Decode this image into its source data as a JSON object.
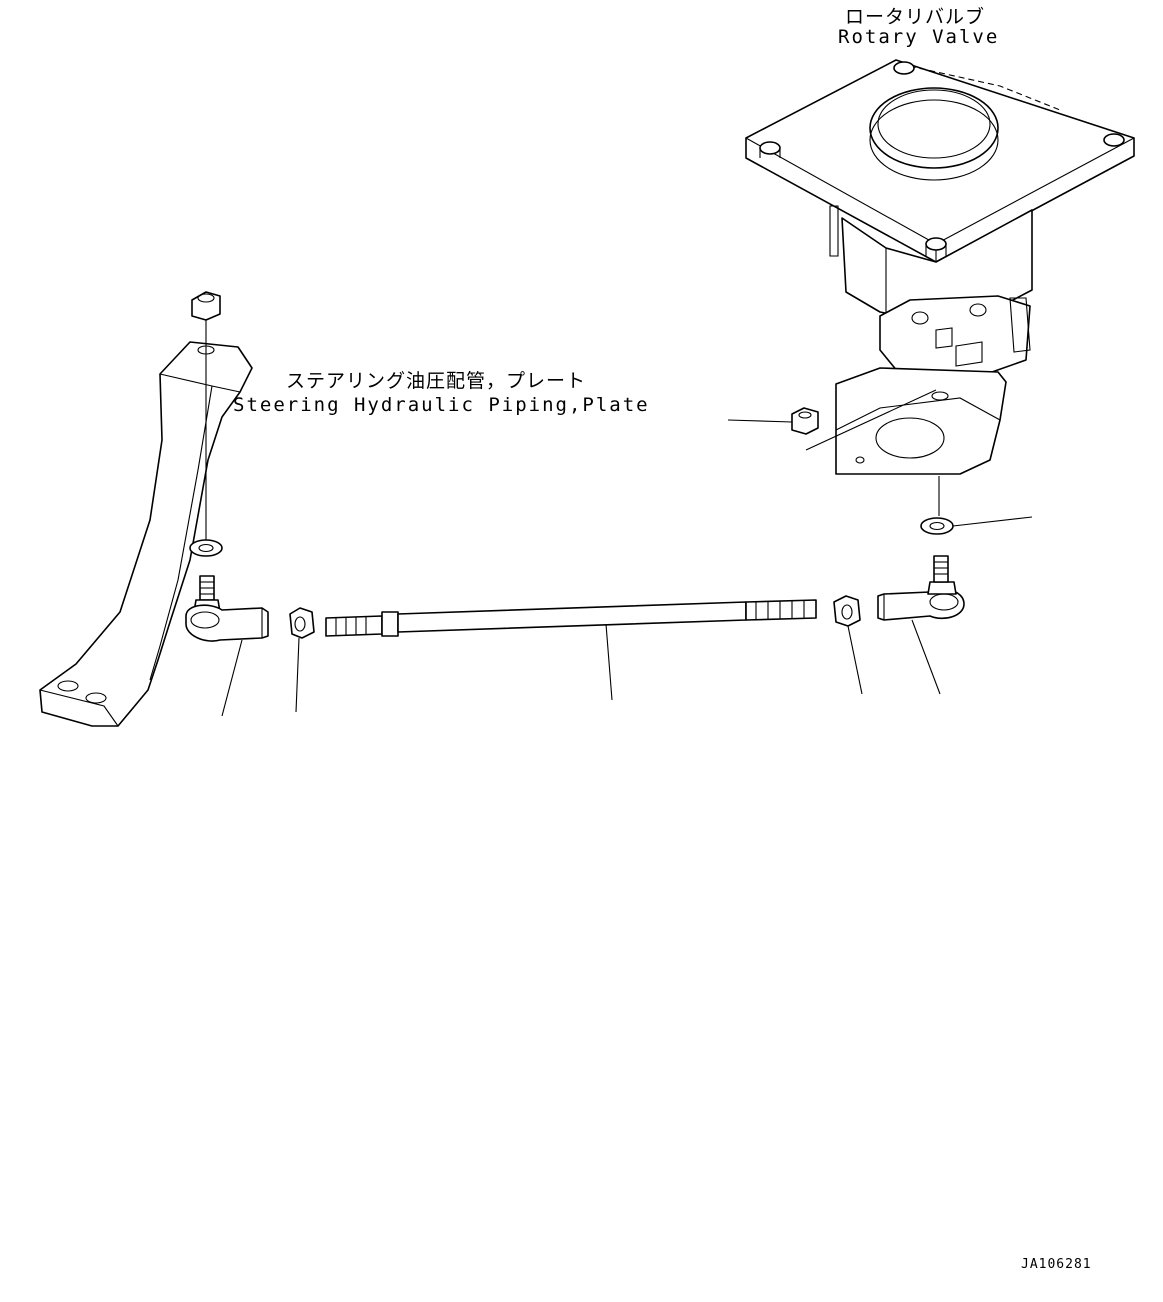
{
  "labels": {
    "rotary_valve_jp": "ロータリバルブ",
    "rotary_valve_en": "Rotary Valve",
    "steering_jp": "ステアリング油圧配管，プレート",
    "steering_en": "Steering Hydraulic Piping,Plate",
    "figure_code": "JA106281"
  }
}
